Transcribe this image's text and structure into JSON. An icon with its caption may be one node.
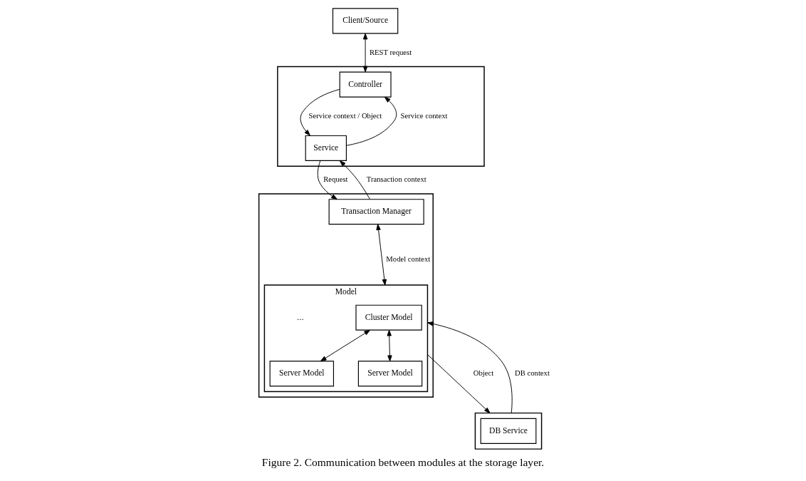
{
  "diagram": {
    "caption": "Figure 2. Communication between modules at the storage layer.",
    "nodes": [
      {
        "text": [
          "Client/Source"
        ]
      },
      {
        "text": [],
        "shape": "box"
      },
      {
        "text": [
          "Controller"
        ],
        "in": 1
      },
      {
        "text": [
          "Service"
        ],
        "in": 1
      },
      {
        "text": [],
        "shape": "box"
      },
      {
        "text": [
          "Transaction Manager"
        ],
        "in": 4
      },
      {
        "text": [
          "Model"
        ],
        "in": 4
      },
      {
        "text": [
          "Cluster Model"
        ],
        "in": 6
      },
      {
        "text": [
          "Server Model"
        ],
        "in": 6
      },
      {
        "text": [
          "Server Model"
        ],
        "in": 6
      },
      {
        "text": [],
        "shape": "box"
      },
      {
        "text": [
          "DB Service"
        ],
        "in": 10
      }
    ],
    "edges": [
      {
        "from": 0,
        "to": 2,
        "arrow": "both",
        "label": "REST request"
      },
      {
        "from": 3,
        "to": 2,
        "arrow": "to",
        "label": "Service context"
      },
      {
        "from": 2,
        "to": 3,
        "arrow": "to",
        "label": "Service context / Object"
      },
      {
        "from": 3,
        "to": 5,
        "arrow": "to",
        "label": "Request"
      },
      {
        "from": 5,
        "to": 3,
        "arrow": "to",
        "label": "Transaction context"
      },
      {
        "from": 5,
        "to": 6,
        "arrow": "both",
        "label": "Model context"
      },
      {
        "from": 7,
        "to": 8,
        "arrow": "both"
      },
      {
        "from": 7,
        "to": 9,
        "arrow": "both"
      },
      {
        "from": 6,
        "to": 10,
        "arrow": "to",
        "label": "Object"
      },
      {
        "from": 10,
        "to": 6,
        "arrow": "to",
        "label": "DB context"
      }
    ],
    "labels": [
      "..."
    ]
  }
}
